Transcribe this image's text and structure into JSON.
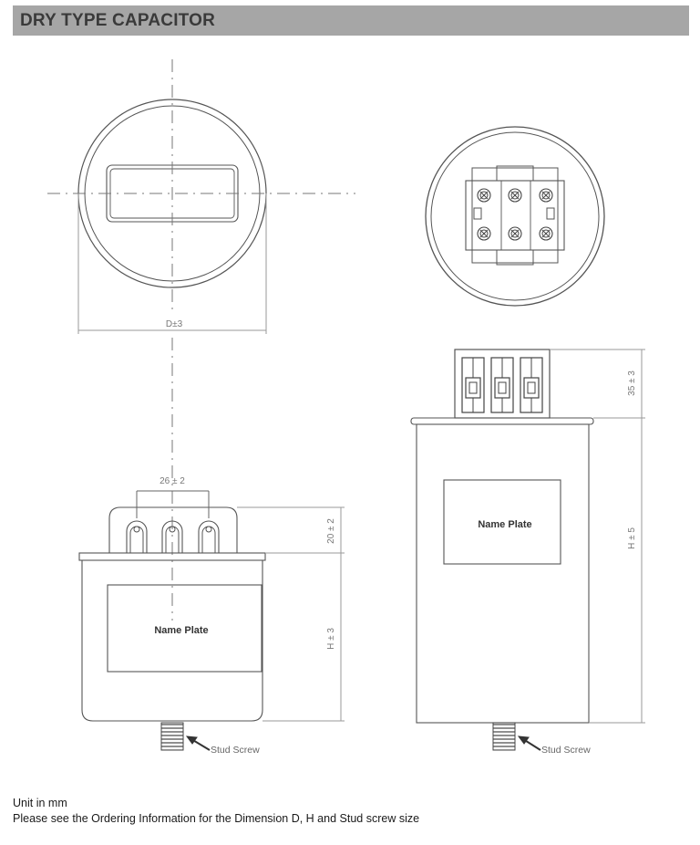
{
  "header": {
    "title": "DRY TYPE CAPACITOR"
  },
  "labels": {
    "diameter": "D±3",
    "terminal_spacing": "26 ± 2",
    "terminal_height_small": "20 ± 2",
    "height_small": "H ± 3",
    "terminal_height_large": "35 ± 3",
    "height_large": "H ± 5",
    "name_plate": "Name Plate",
    "stud_screw": "Stud Screw"
  },
  "footer": {
    "unit": "Unit in mm",
    "note": "Please see the Ordering Information for the Dimension D, H and Stud screw size"
  },
  "colors": {
    "header_bg": "#a6a6a6",
    "line": "#555555",
    "dim": "#9a9a9a"
  }
}
